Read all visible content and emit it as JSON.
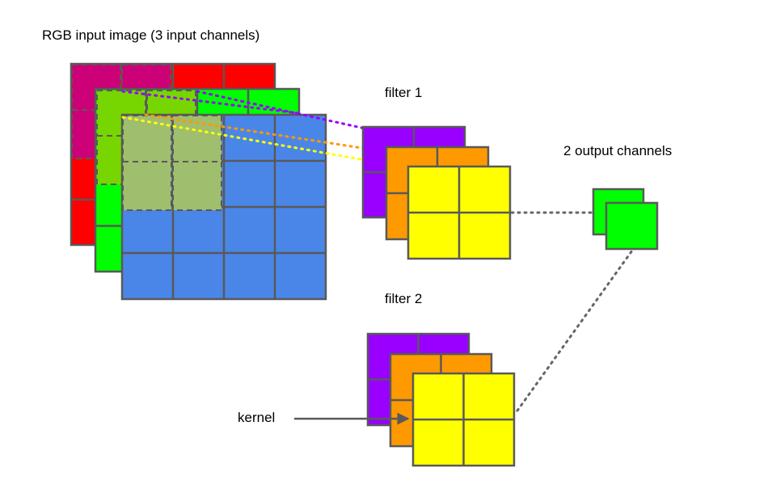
{
  "labels": {
    "input_title": "RGB input image (3 input channels)",
    "filter1": "filter 1",
    "filter2": "filter 2",
    "output_title": "2 output channels",
    "kernel": "kernel"
  },
  "colors": {
    "red": "#ff0000",
    "green": "#00ff00",
    "blue": "#4a86e8",
    "purple": "#9900ff",
    "orange": "#ff9900",
    "yellow": "#ffff00",
    "magenta_overlap": "#cc0077",
    "green_overlap": "#77d600",
    "blue_overlap": "#9fbe6e",
    "grid_stroke": "#595959",
    "dotted_gray": "#666666"
  }
}
